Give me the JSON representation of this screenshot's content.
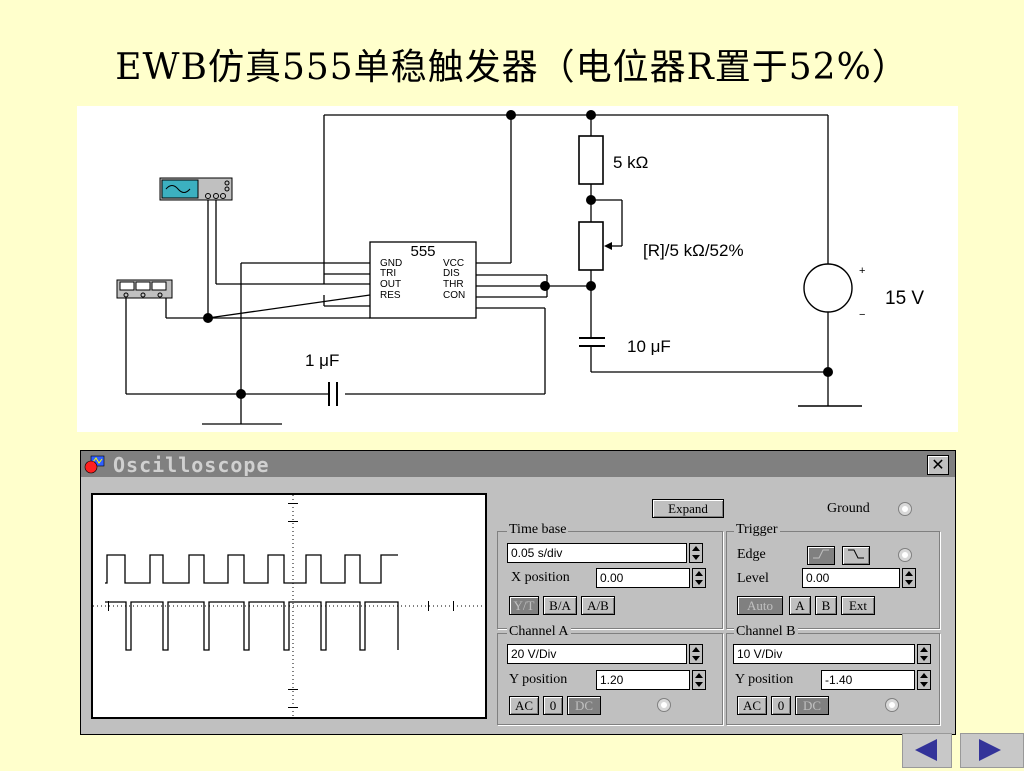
{
  "slide": {
    "title": "EWB仿真555单稳触发器（电位器R置于52%）"
  },
  "circuit": {
    "ic_label": "555",
    "pins_left": [
      "GND",
      "TRI",
      "OUT",
      "RES"
    ],
    "pins_right": [
      "VCC",
      "DIS",
      "THR",
      "CON"
    ],
    "r1_label": "5 kΩ",
    "pot_label": "[R]/5 kΩ/52%",
    "cap_timing_label": "10 μF",
    "cap_trigger_label": "1 μF",
    "source_label": "15 V",
    "plus_sign": "+",
    "minus_sign": "−"
  },
  "oscilloscope": {
    "title": "Oscilloscope",
    "close_glyph": "✕",
    "expand_label": "Expand",
    "ground_label": "Ground",
    "timebase": {
      "title": "Time base",
      "value": "0.05 s/div",
      "xpos_label": "X position",
      "xpos_value": "0.00",
      "modes": [
        "Y/T",
        "B/A",
        "A/B"
      ],
      "active_mode": "Y/T"
    },
    "trigger": {
      "title": "Trigger",
      "edge_label": "Edge",
      "level_label": "Level",
      "level_value": "0.00",
      "sources": [
        "Auto",
        "A",
        "B",
        "Ext"
      ],
      "active_source": "Auto"
    },
    "channel_a": {
      "title": "Channel A",
      "scale": "20 V/Div",
      "ypos_label": "Y position",
      "ypos_value": "1.20",
      "coupling": [
        "AC",
        "0",
        "DC"
      ],
      "active_coupling": "DC"
    },
    "channel_b": {
      "title": "Channel B",
      "scale": "10 V/Div",
      "ypos_label": "Y position",
      "ypos_value": "-1.40",
      "coupling": [
        "AC",
        "0",
        "DC"
      ],
      "active_coupling": "DC"
    }
  },
  "navigation": {
    "prev_icon": "left-arrow-icon",
    "next_icon": "right-arrow-icon",
    "arrow_color": "#333399"
  },
  "colors": {
    "slide_bg": "#ffffcc",
    "window_gray": "#c0c0c0",
    "titlebar": "#808080"
  }
}
